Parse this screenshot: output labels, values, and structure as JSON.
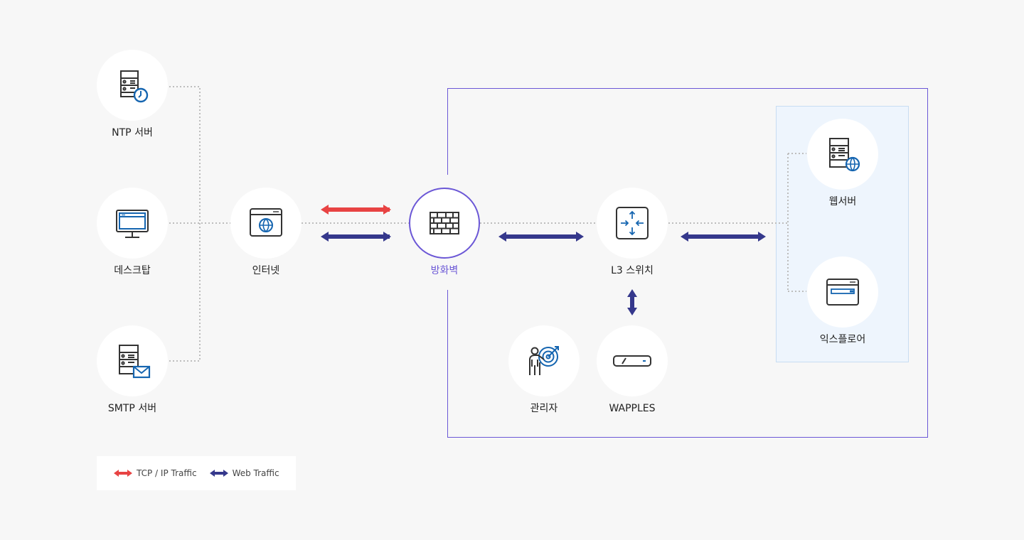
{
  "colors": {
    "tcp_ip": "#e84343",
    "web": "#35388c",
    "accent": "#6b57d6",
    "zone_border": "#6b57d6",
    "server_zone_fill": "#eef5fd",
    "server_zone_border": "#c8ddf2",
    "icon_stroke": "#333333",
    "icon_accent": "#1565b0",
    "dotted_line": "#bdbdbd"
  },
  "nodes": {
    "ntp": {
      "label": "NTP 서버",
      "icon": "ntp-server-icon"
    },
    "desktop": {
      "label": "데스크탑",
      "icon": "desktop-monitor-icon"
    },
    "smtp": {
      "label": "SMTP 서버",
      "icon": "mail-server-icon"
    },
    "internet": {
      "label": "인터넷",
      "icon": "browser-globe-icon"
    },
    "firewall": {
      "label": "방화벽",
      "icon": "brick-wall-icon"
    },
    "l3switch": {
      "label": "L3 스위치",
      "icon": "switch-arrows-icon"
    },
    "admin": {
      "label": "관리자",
      "icon": "person-target-icon"
    },
    "wapples": {
      "label": "WAPPLES",
      "icon": "appliance-icon"
    },
    "webserver": {
      "label": "웹서버",
      "icon": "web-server-icon"
    },
    "explorer": {
      "label": "익스플로어",
      "icon": "browser-window-icon"
    }
  },
  "legend": {
    "tcp_ip_label": "TCP / IP Traffic",
    "web_label": "Web Traffic"
  }
}
